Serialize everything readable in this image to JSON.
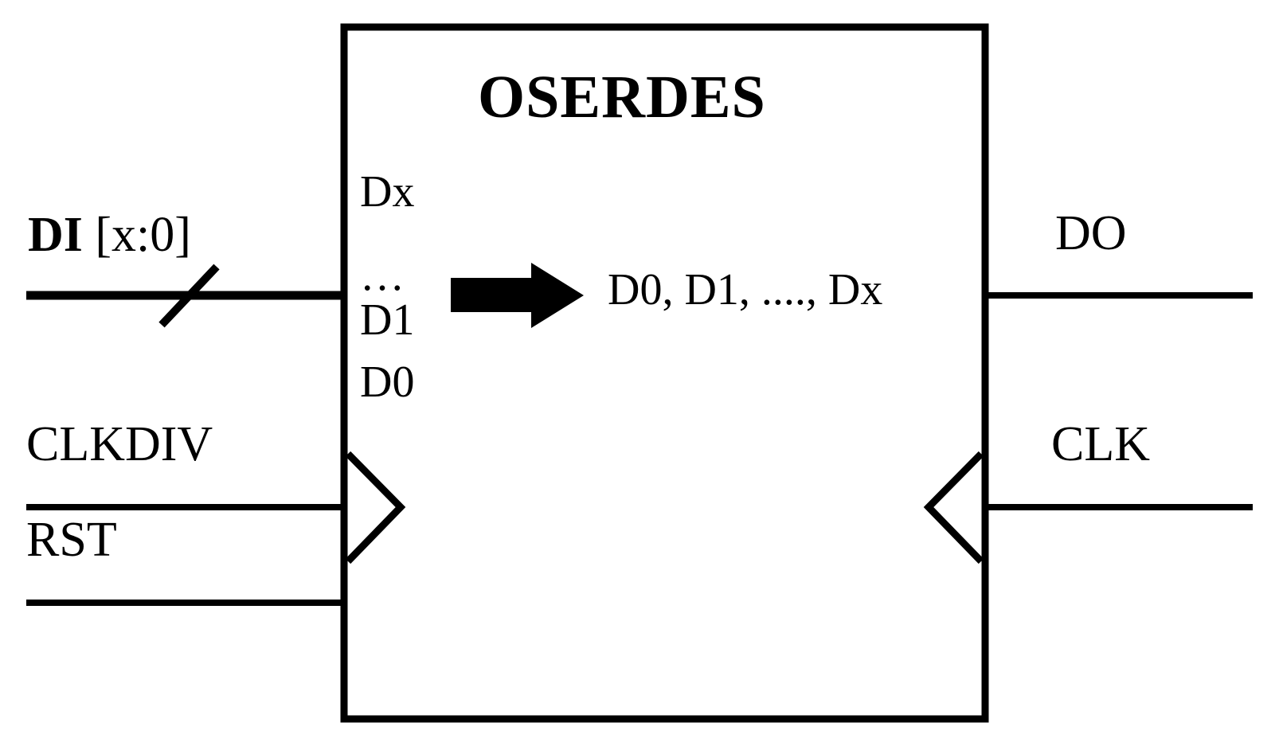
{
  "block": {
    "title": "OSERDES",
    "shape": "rectangle"
  },
  "inputs": {
    "data_bus": {
      "name": "DI",
      "range": "[x:0]",
      "full_label": "DI [x:0]",
      "bus": true,
      "slash_marker": true
    },
    "clkdiv": {
      "label": "CLKDIV",
      "clock_input": true
    },
    "rst": {
      "label": "RST",
      "clock_input": false
    }
  },
  "pins": {
    "stack": [
      {
        "label": "Dx"
      },
      {
        "label": "…"
      },
      {
        "label": "D1"
      },
      {
        "label": "D0"
      }
    ]
  },
  "flow": {
    "arrow": "right-arrow",
    "serial_sequence": "D0, D1, ...., Dx"
  },
  "outputs": {
    "data_out": {
      "label": "DO",
      "bus": false
    },
    "clk": {
      "label": "CLK",
      "clock_input": true
    }
  },
  "colors": {
    "stroke": "#000000",
    "background": "#ffffff"
  }
}
